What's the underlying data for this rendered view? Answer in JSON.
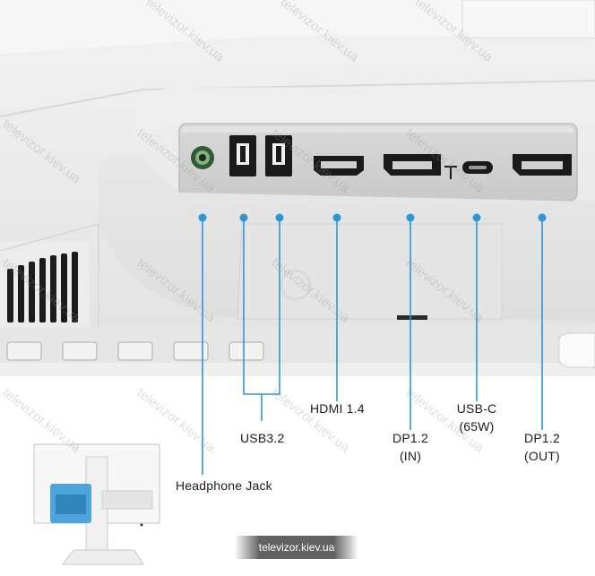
{
  "ports": [
    {
      "id": "headphone",
      "label": "Headphone Jack"
    },
    {
      "id": "usb",
      "label": "USB3.2"
    },
    {
      "id": "hdmi",
      "label": "HDMI 1.4"
    },
    {
      "id": "dp-in",
      "line1": "DP1.2",
      "line2": "(IN)"
    },
    {
      "id": "usbc",
      "line1": "USB-C",
      "line2": "(65W)"
    },
    {
      "id": "dp-out",
      "line1": "DP1.2",
      "line2": "(OUT)"
    }
  ],
  "watermark": {
    "text": "televizor.kiev.ua"
  },
  "badge": {
    "text": "televizor.kiev.ua"
  },
  "colors": {
    "accent": "#2f96d6",
    "panel": "#e9e9e9",
    "panel_dark": "#d4d4d4",
    "port_black": "#1a1a1a"
  }
}
